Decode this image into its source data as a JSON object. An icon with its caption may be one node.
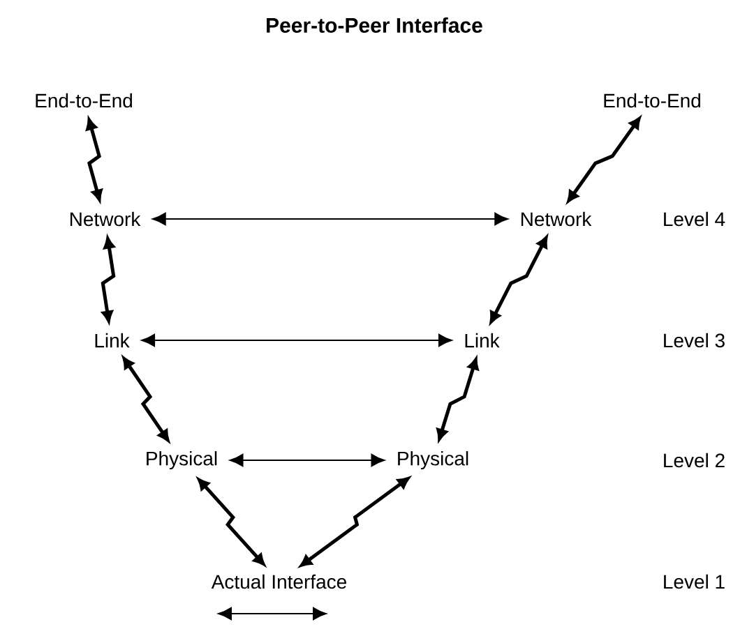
{
  "diagram": {
    "title": "Peer-to-Peer Interface",
    "nodes": [
      {
        "text": [
          "End-to-End"
        ]
      },
      {
        "text": [
          "End-to-End"
        ]
      },
      {
        "text": [
          "Network"
        ]
      },
      {
        "text": [
          "Network"
        ]
      },
      {
        "text": [
          "Link"
        ]
      },
      {
        "text": [
          "Link"
        ]
      },
      {
        "text": [
          "Physical"
        ]
      },
      {
        "text": [
          "Physical"
        ]
      },
      {
        "text": [
          "Actual Interface"
        ]
      }
    ],
    "edges": [
      {
        "from": 0,
        "to": 2,
        "arrow": "both"
      },
      {
        "from": 1,
        "to": 3,
        "arrow": "both"
      },
      {
        "from": 2,
        "to": 3,
        "arrow": "both"
      },
      {
        "from": 2,
        "to": 4,
        "arrow": "both"
      },
      {
        "from": 3,
        "to": 5,
        "arrow": "both"
      },
      {
        "from": 4,
        "to": 5,
        "arrow": "both"
      },
      {
        "from": 4,
        "to": 6,
        "arrow": "both"
      },
      {
        "from": 5,
        "to": 7,
        "arrow": "both"
      },
      {
        "from": 6,
        "to": 7,
        "arrow": "both"
      },
      {
        "from": 6,
        "to": 8,
        "arrow": "both"
      },
      {
        "from": 8,
        "to": 7,
        "arrow": "both"
      }
    ],
    "labels": [
      "Level 4",
      "Level 3",
      "Level 2",
      "Level 1"
    ]
  }
}
